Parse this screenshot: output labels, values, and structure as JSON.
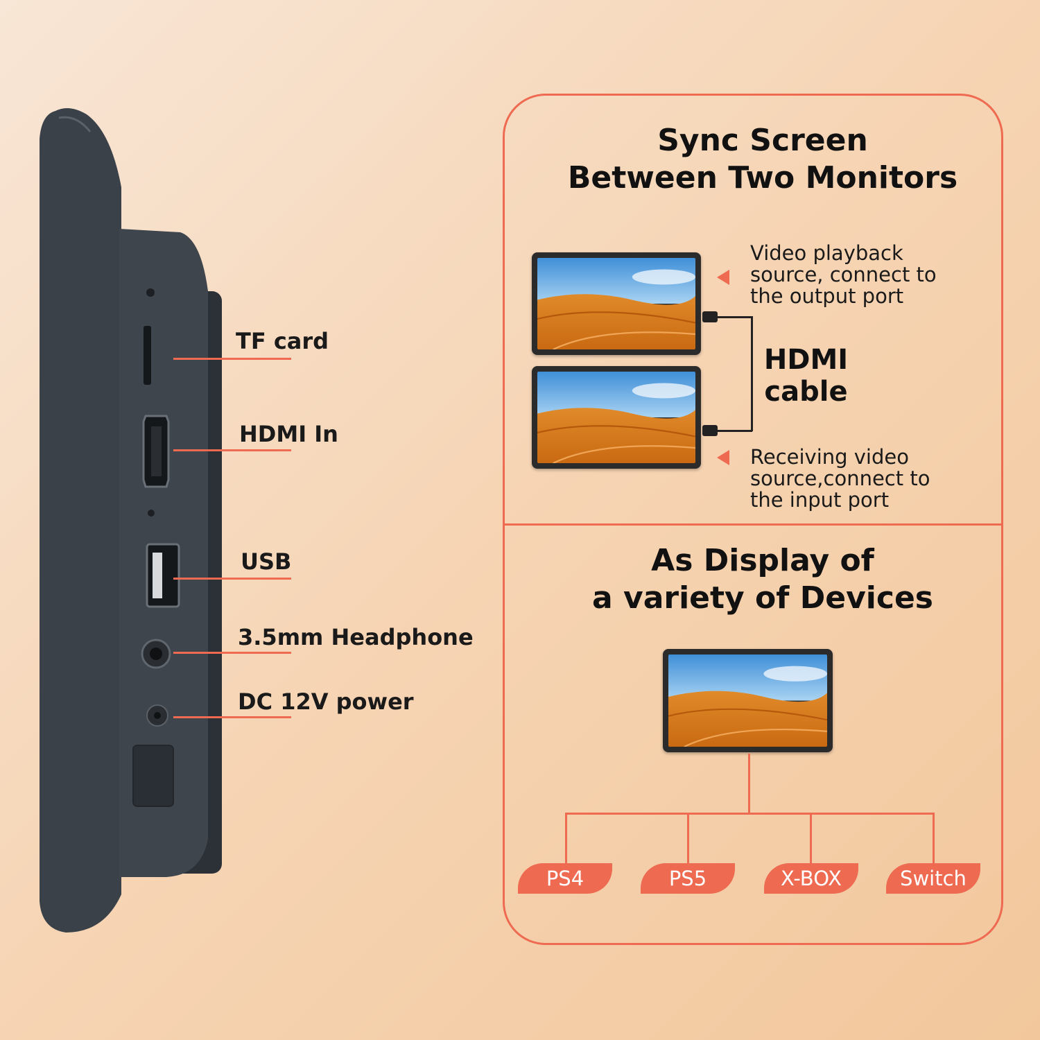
{
  "ports": [
    {
      "label": "TF card"
    },
    {
      "label": "HDMI In"
    },
    {
      "label": "USB"
    },
    {
      "label": "3.5mm Headphone"
    },
    {
      "label": "DC 12V power"
    }
  ],
  "sync_section": {
    "title_line1": "Sync Screen",
    "title_line2": "Between Two Monitors",
    "source_note": "Video playback\nsource, connect to\nthe output port",
    "receive_note": "Receiving video\nsource,connect to\nthe input port",
    "cable_label_line1": "HDMI",
    "cable_label_line2": "cable"
  },
  "display_section": {
    "title_line1": "As Display of",
    "title_line2": "a variety of Devices",
    "devices": [
      "PS4",
      "PS5",
      "X-BOX",
      "Switch"
    ]
  },
  "colors": {
    "accent": "#ee6a50",
    "device_body": "#3a4048"
  }
}
